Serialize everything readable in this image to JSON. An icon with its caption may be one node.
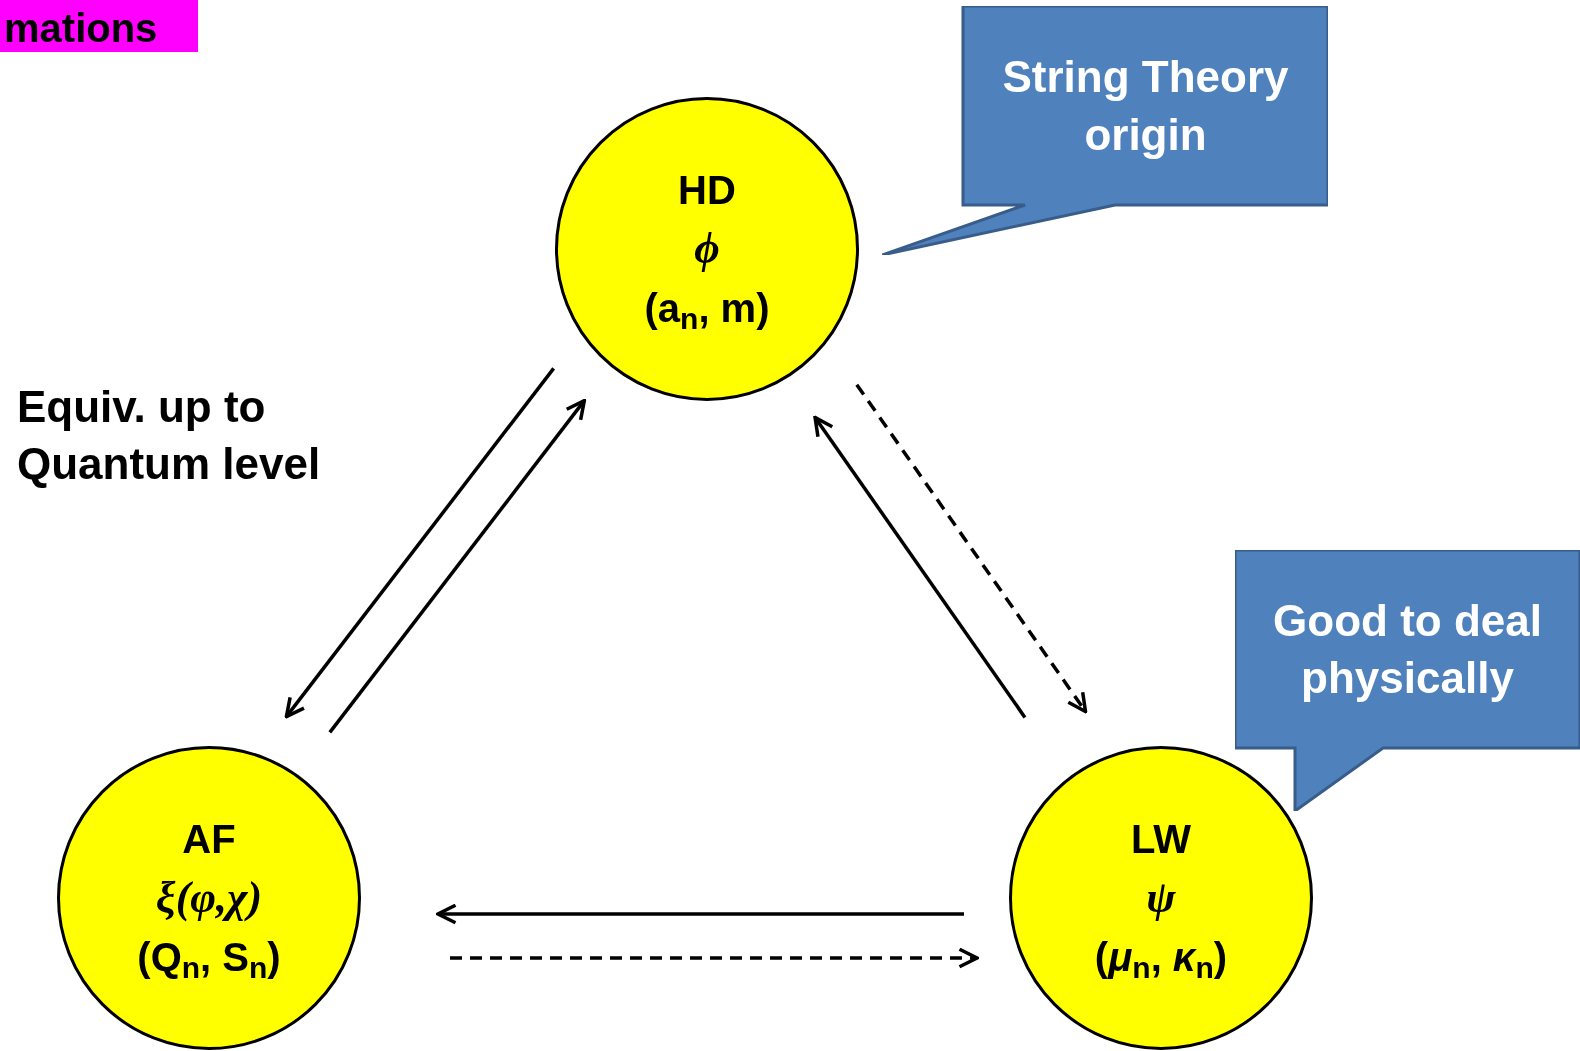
{
  "diagram": {
    "nodes": [
      {
        "text": [
          "mations"
        ]
      },
      {
        "text": [
          "String Theory origin"
        ]
      },
      {
        "text": [
          "HD",
          "ϕ",
          "(a$_{n}$, m)"
        ]
      },
      {
        "text": [
          "Good to deal physically"
        ]
      },
      {
        "text": [
          "AF",
          "ξ(φ,χ)",
          "(Q$_{n}$, S$_{n}$)"
        ]
      },
      {
        "text": [
          "LW",
          "ψ",
          "(*μ*$_{n}$, *κ*$_{n}$)"
        ]
      }
    ],
    "edges": [
      {
        "from": 2,
        "to": 4,
        "arrow": "to"
      },
      {
        "from": 4,
        "to": 2,
        "arrow": "to"
      },
      {
        "from": 2,
        "to": 5,
        "arrow": "to",
        "style": "dashed"
      },
      {
        "from": 5,
        "to": 2,
        "arrow": "to"
      },
      {
        "from": 5,
        "to": 4,
        "arrow": "to"
      },
      {
        "from": 4,
        "to": 5,
        "arrow": "to",
        "style": "dashed"
      }
    ],
    "labels": [
      "Equiv. up to Quantum level"
    ]
  }
}
